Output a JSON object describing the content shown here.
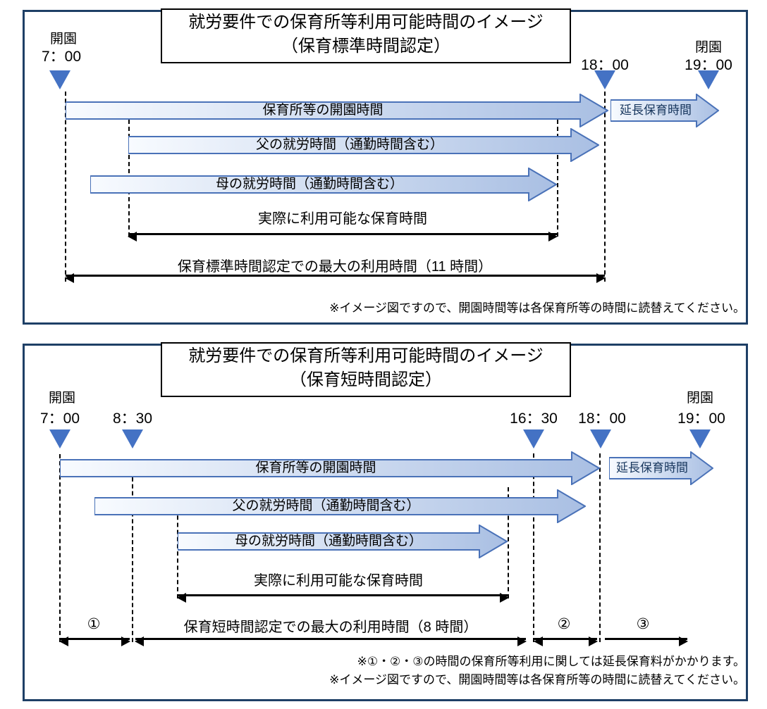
{
  "colors": {
    "panel-border": "#1e3f66",
    "triangle-blue": "#4472c4",
    "arrow-border": "#4a72b8",
    "arrow-fill-light": "#f8fbff",
    "arrow-fill-dark": "#a9bfe3",
    "ext-text-color": "#17365d"
  },
  "panel1": {
    "title_line1": "就労要件での保育所等利用可能時間のイメージ",
    "title_line2": "（保育標準時間認定）",
    "open_label": "開園",
    "close_label": "閉園",
    "time_open": "7：00",
    "time_evening": "18：00",
    "time_close": "19：00",
    "arrow_facility": "保育所等の開園時間",
    "arrow_extended": "延長保育時間",
    "arrow_father": "父の就労時間（通勤時間含む）",
    "arrow_mother": "母の就労時間（通勤時間含む）",
    "actual_label": "実際に利用可能な保育時間",
    "max_label": "保育標準時間認定での最大の利用時間（11 時間）",
    "note": "※イメージ図ですので、開園時間等は各保育所等の時間に読替えてください。"
  },
  "panel2": {
    "title_line1": "就労要件での保育所等利用可能時間のイメージ",
    "title_line2": "（保育短時間認定）",
    "open_label": "開園",
    "close_label": "閉園",
    "time_open": "7：00",
    "time_start": "8：30",
    "time_end": "16：30",
    "time_evening": "18：00",
    "time_close": "19：00",
    "arrow_facility": "保育所等の開園時間",
    "arrow_extended": "延長保育時間",
    "arrow_father": "父の就労時間（通勤時間含む）",
    "arrow_mother": "母の就労時間（通勤時間含む）",
    "actual_label": "実際に利用可能な保育時間",
    "max_label": "保育短時間認定での最大の利用時間（8 時間）",
    "circle_1": "①",
    "circle_2": "②",
    "circle_3": "③",
    "note_1": "※①・②・③の時間の保育所等利用に関しては延長保育料がかかります。",
    "note_2": "※イメージ図ですので、開園時間等は各保育所等の時間に読替えてください。"
  }
}
